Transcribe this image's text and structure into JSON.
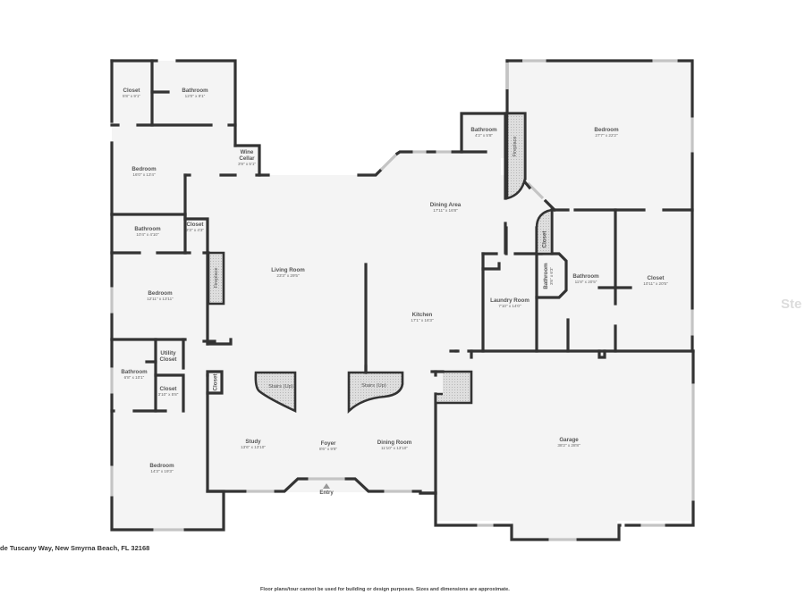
{
  "rooms": {
    "closet_nw": {
      "name": "Closet",
      "dim": "5'8\" x 9'1\""
    },
    "bathroom_nw": {
      "name": "Bathroom",
      "dim": "12'0\" x 9'1\""
    },
    "bedroom_nw": {
      "name": "Bedroom",
      "dim": "16'0\" x 13'4\""
    },
    "wine_cellar": {
      "name": "Wine Cellar",
      "name_line1": "Wine",
      "name_line2": "Cellar",
      "dim": "3'9\" x 5'1\""
    },
    "bathroom_w": {
      "name": "Bathroom",
      "dim": "10'4\" x 4'10\""
    },
    "closet_w": {
      "name": "Closet",
      "dim": "2'3\" x 4'3\""
    },
    "bedroom_w": {
      "name": "Bedroom",
      "dim": "12'11\" x 13'11\""
    },
    "living_room": {
      "name": "Living Room",
      "dim": "23'3\" x 29'5\""
    },
    "dining_area": {
      "name": "Dining Area",
      "dim": "17'11\" x 16'8\""
    },
    "bathroom_ne_small": {
      "name": "Bathroom",
      "dim": "4'2\" x 5'8\""
    },
    "bedroom_ne": {
      "name": "Bedroom",
      "dim": "27'7\" x 22'2\""
    },
    "kitchen": {
      "name": "Kitchen",
      "dim": "17'1\" x 16'3\""
    },
    "laundry_room": {
      "name": "Laundry Room",
      "dim": "7'10\" x 14'0\""
    },
    "closet_e_small": {
      "name": "Closet"
    },
    "bathroom_e_small": {
      "name": "Bathroom",
      "dim": "3'6\" x 6'3\""
    },
    "bathroom_e": {
      "name": "Bathroom",
      "dim": "11'8\" x 20'5\""
    },
    "closet_e": {
      "name": "Closet",
      "dim": "10'11\" x 20'5\""
    },
    "utility_closet": {
      "name_line1": "Utility",
      "name_line2": "Closet"
    },
    "bathroom_sw": {
      "name": "Bathroom",
      "dim": "6'8\" x 10'1\""
    },
    "closet_sw": {
      "name": "Closet",
      "dim": "3'10\" x 5'8\""
    },
    "closet_hall": {
      "name": "Closet"
    },
    "bedroom_sw": {
      "name": "Bedroom",
      "dim": "14'3\" x 19'3\""
    },
    "study": {
      "name": "Study",
      "dim": "13'6\" x 13'10\""
    },
    "foyer": {
      "name": "Foyer",
      "dim": "8'6\" x 9'8\""
    },
    "dining_room": {
      "name": "Dining Room",
      "dim": "11'10\" x 13'10\""
    },
    "garage": {
      "name": "Garage",
      "dim": "38'2\" x 28'8\""
    }
  },
  "fixtures": {
    "fireplace_w": "Fireplace",
    "fireplace_ne": "Fireplace",
    "stairs_left": "Stairs (Up)",
    "stairs_right": "Stairs (Up)",
    "entry": "Entry"
  },
  "footer": {
    "address": "de Tuscany Way, New Smyrna Beach, FL 32168",
    "disclaimer": "Floor plans/tour cannot be used for building or design purposes. Sizes and dimensions are approximate."
  },
  "watermark": "Ste",
  "colors": {
    "wall": "#333333",
    "floor": "#f4f4f4",
    "window": "#c4c4c4",
    "text": "#555555"
  }
}
